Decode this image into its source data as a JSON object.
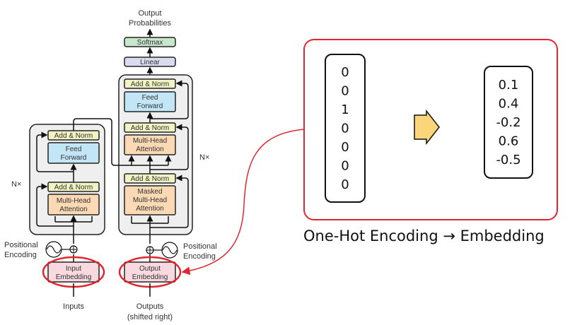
{
  "diagram": {
    "title_top": [
      "Output",
      "Probabilities"
    ],
    "decoder_top": {
      "softmax": "Softmax",
      "linear": "Linear"
    },
    "encoder": {
      "repeat_label": "N×",
      "blocks": {
        "add_norm_top": "Add & Norm",
        "feed_forward": [
          "Feed",
          "Forward"
        ],
        "add_norm_bottom": "Add & Norm",
        "attention": [
          "Multi-Head",
          "Attention"
        ]
      },
      "positional_encoding": [
        "Positional",
        "Encoding"
      ],
      "embedding": [
        "Input",
        "Embedding"
      ],
      "input_label": [
        "Inputs"
      ]
    },
    "decoder": {
      "repeat_label": "N×",
      "blocks": {
        "add_norm_1": "Add & Norm",
        "feed_forward": [
          "Feed",
          "Forward"
        ],
        "add_norm_2": "Add & Norm",
        "cross_attention": [
          "Multi-Head",
          "Attention"
        ],
        "add_norm_3": "Add & Norm",
        "masked_attention": [
          "Masked",
          "Multi-Head",
          "Attention"
        ]
      },
      "positional_encoding": [
        "Positional",
        "Encoding"
      ],
      "embedding": [
        "Output",
        "Embedding"
      ],
      "input_label": [
        "Outputs",
        "(shifted right)"
      ]
    },
    "colors": {
      "add_norm": "#f1f4c2",
      "feed_forward": "#c2e6f6",
      "attention": "#fbd9b5",
      "embedding": "#f8d9df",
      "softmax": "#c7e7cd",
      "linear": "#d9dcee",
      "stack_bg": "#efefef",
      "highlight": "#e0262f",
      "arrow_fill": "#fbd57a"
    }
  },
  "embedding_panel": {
    "one_hot": [
      "0",
      "0",
      "1",
      "0",
      "0",
      "0",
      "0"
    ],
    "embedding": [
      "0.1",
      "0.4",
      "-0.2",
      "0.6",
      "-0.5"
    ],
    "caption": "One-Hot Encoding → Embedding"
  }
}
